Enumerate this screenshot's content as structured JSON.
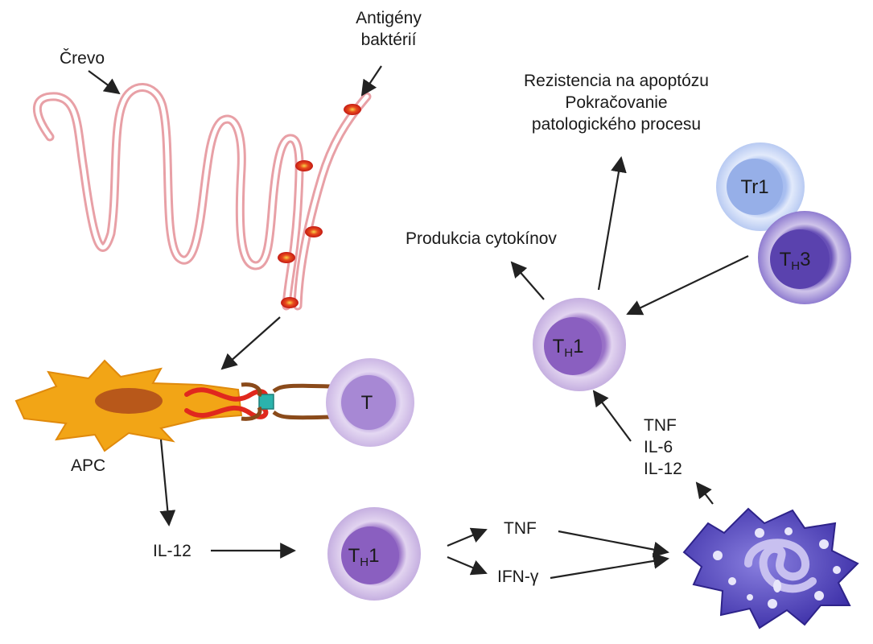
{
  "labels": {
    "gut": "Črevo",
    "antigen_line1": "Antigény",
    "antigen_line2": "baktérií",
    "apc": "APC",
    "il12_left": "IL-12",
    "tnf_mid": "TNF",
    "ifn": "IFN-γ",
    "macrophage_cytokines": {
      "tnf": "TNF",
      "il6": "IL-6",
      "il12": "IL-12"
    },
    "cytokine_production": "Produkcia cytokínov",
    "outcome_line1": "Rezistencia na apoptózu",
    "outcome_line2": "Pokračovanie",
    "outcome_line3": "patologického procesu"
  },
  "cells": {
    "t_cell": "T",
    "th1_bottom": {
      "main": "T",
      "sub": "H",
      "suffix": "1"
    },
    "th1_top": {
      "main": "T",
      "sub": "H",
      "suffix": "1"
    },
    "tr1": "Tr1",
    "th3": {
      "main": "T",
      "sub": "H",
      "suffix": "3"
    }
  },
  "colors": {
    "gut_wall": "#e8a0a6",
    "antigen": "#d9201a",
    "apc": "#f2a516",
    "t_cell": "#c9b3e2",
    "th1": "#9a73c8",
    "tr1": "#a9bff0",
    "th3": "#6a52b8",
    "macrophage": "#5a4cc2",
    "arrow": "#222222"
  }
}
